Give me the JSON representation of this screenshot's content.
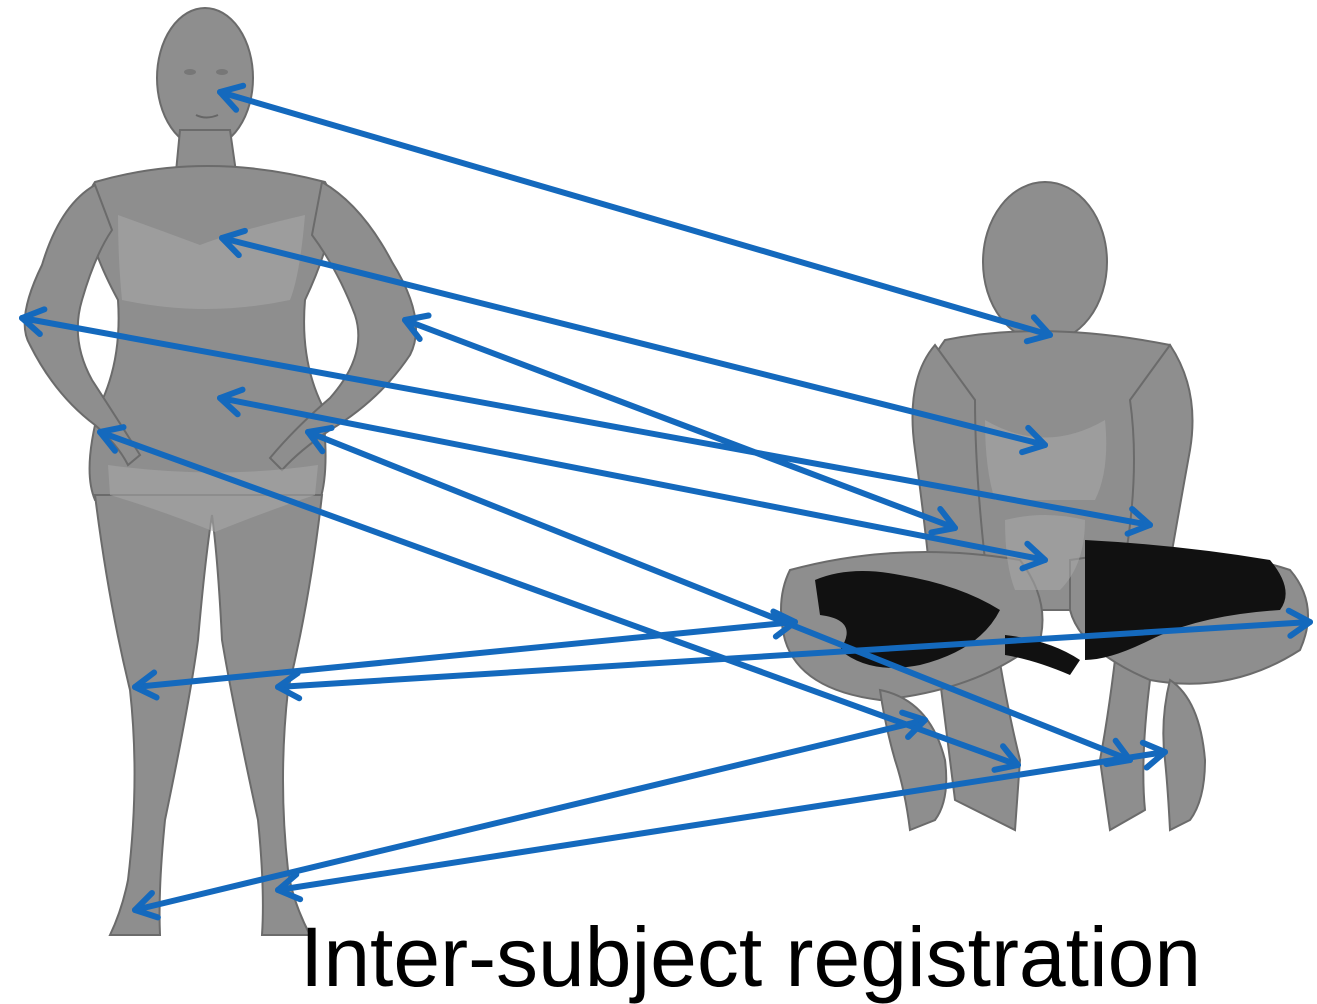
{
  "caption": "Inter-subject registration",
  "colors": {
    "arrow": "#1469bd",
    "mesh": "#8e8e8e",
    "hole": "#111111"
  },
  "icons": {
    "arrow": "double-headed-arrow"
  },
  "correspondences": [
    {
      "name": "nose"
    },
    {
      "name": "chest"
    },
    {
      "name": "right-elbow"
    },
    {
      "name": "left-elbow"
    },
    {
      "name": "navel"
    },
    {
      "name": "right-hand"
    },
    {
      "name": "left-hand"
    },
    {
      "name": "right-knee"
    },
    {
      "name": "left-knee"
    },
    {
      "name": "right-foot"
    },
    {
      "name": "left-foot"
    }
  ]
}
